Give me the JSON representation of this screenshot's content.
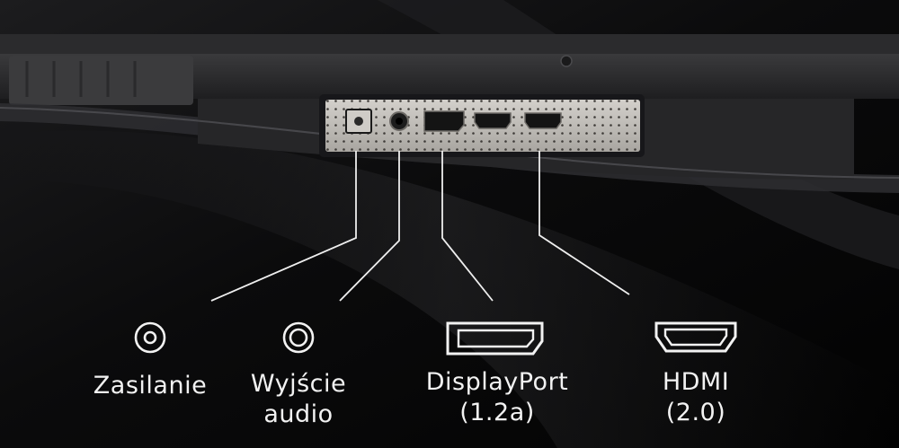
{
  "ports": [
    {
      "id": "power",
      "icon": "power-jack-icon",
      "lines": [
        "Zasilanie"
      ]
    },
    {
      "id": "audio",
      "icon": "audio-jack-icon",
      "lines": [
        "Wyjście",
        "audio"
      ]
    },
    {
      "id": "displayport",
      "icon": "displayport-connector-icon",
      "lines": [
        "DisplayPort",
        "(1.2a)"
      ]
    },
    {
      "id": "hdmi",
      "icon": "hdmi-connector-icon",
      "lines": [
        "HDMI",
        "(2.0)"
      ]
    }
  ]
}
